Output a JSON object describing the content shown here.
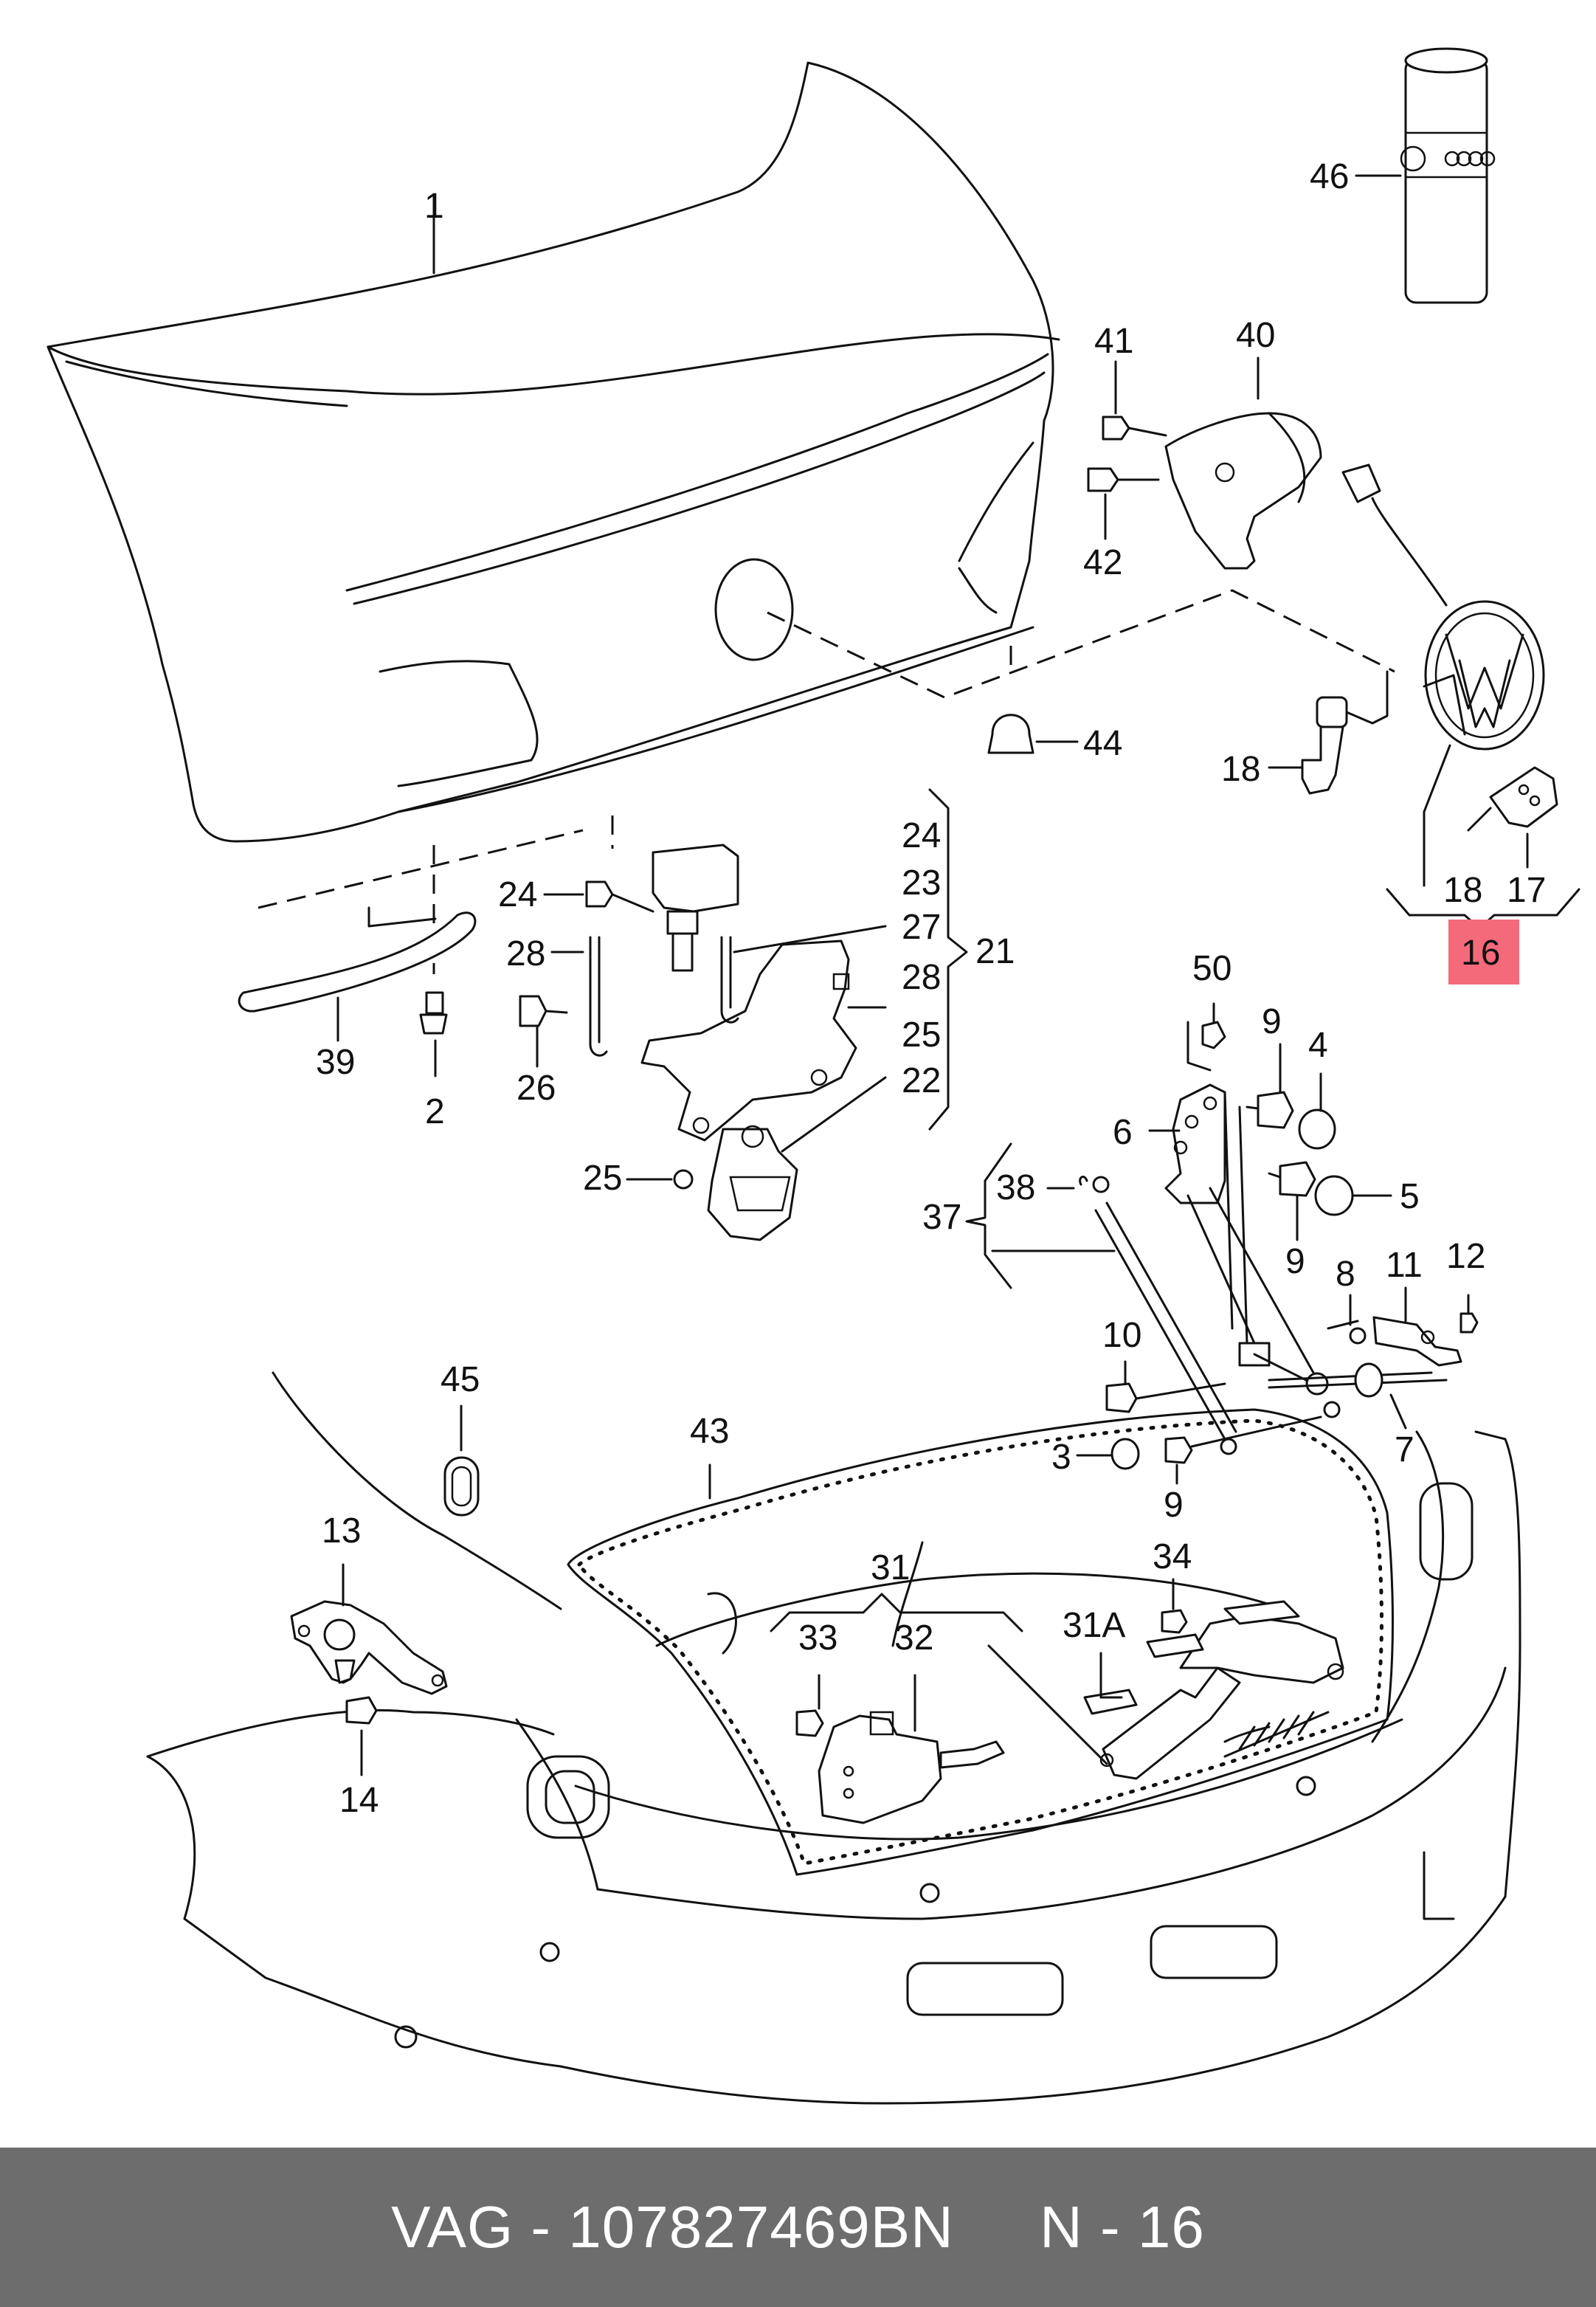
{
  "callouts": {
    "c1": "1",
    "c2": "2",
    "c3": "3",
    "c4": "4",
    "c5": "5",
    "c6": "6",
    "c7": "7",
    "c8": "8",
    "c9a": "9",
    "c9b": "9",
    "c9c": "9",
    "c10": "10",
    "c11": "11",
    "c12": "12",
    "c13": "13",
    "c14": "14",
    "c16": "16",
    "c17": "17",
    "c18a": "18",
    "c18b": "18",
    "c21": "21",
    "c22": "22",
    "c23": "23",
    "c24a": "24",
    "c24b": "24",
    "c25a": "25",
    "c25b": "25",
    "c26": "26",
    "c27": "27",
    "c28a": "28",
    "c28b": "28",
    "c31": "31",
    "c31a": "31A",
    "c32": "32",
    "c33": "33",
    "c34": "34",
    "c37": "37",
    "c38": "38",
    "c39": "39",
    "c40": "40",
    "c41": "41",
    "c42": "42",
    "c43": "43",
    "c44": "44",
    "c45": "45",
    "c46": "46",
    "c50": "50"
  },
  "highlight": {
    "label": "16",
    "color": "#f46a7a"
  },
  "footer": {
    "brand": "VAG",
    "separator": " - ",
    "part_number": "107827469BN",
    "gap": "     ",
    "ref": "N - 16"
  },
  "colors": {
    "footer_bg": "#6d6d6d",
    "highlight": "#f46a7a"
  }
}
